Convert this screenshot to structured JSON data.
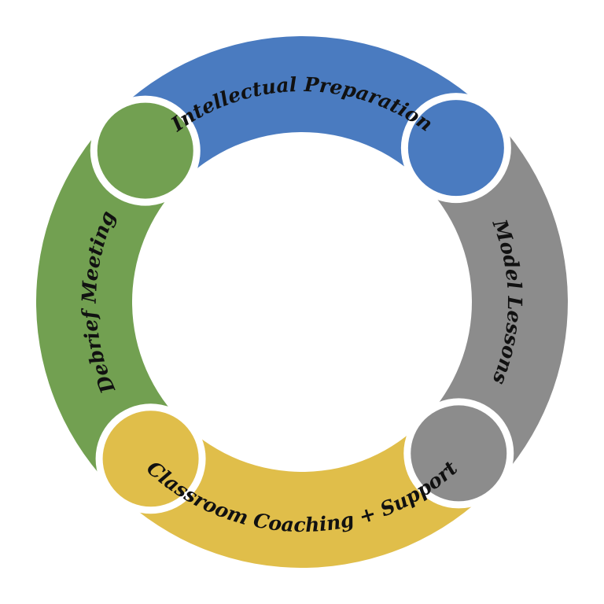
{
  "diagram": {
    "type": "continuous-cycle",
    "direction": "clockwise",
    "segments": [
      {
        "id": "intellectual-preparation",
        "label": "Intellectual Preparation",
        "color": "#4A7BC0",
        "position": "top"
      },
      {
        "id": "model-lessons",
        "label": "Model Lessons",
        "color": "#8C8C8C",
        "position": "right"
      },
      {
        "id": "classroom-coaching-support",
        "label": "Classroom Coaching + Support",
        "color": "#E0BE4A",
        "position": "bottom"
      },
      {
        "id": "debrief-meeting",
        "label": "Debrief Meeting",
        "color": "#72A051",
        "position": "left"
      }
    ]
  }
}
